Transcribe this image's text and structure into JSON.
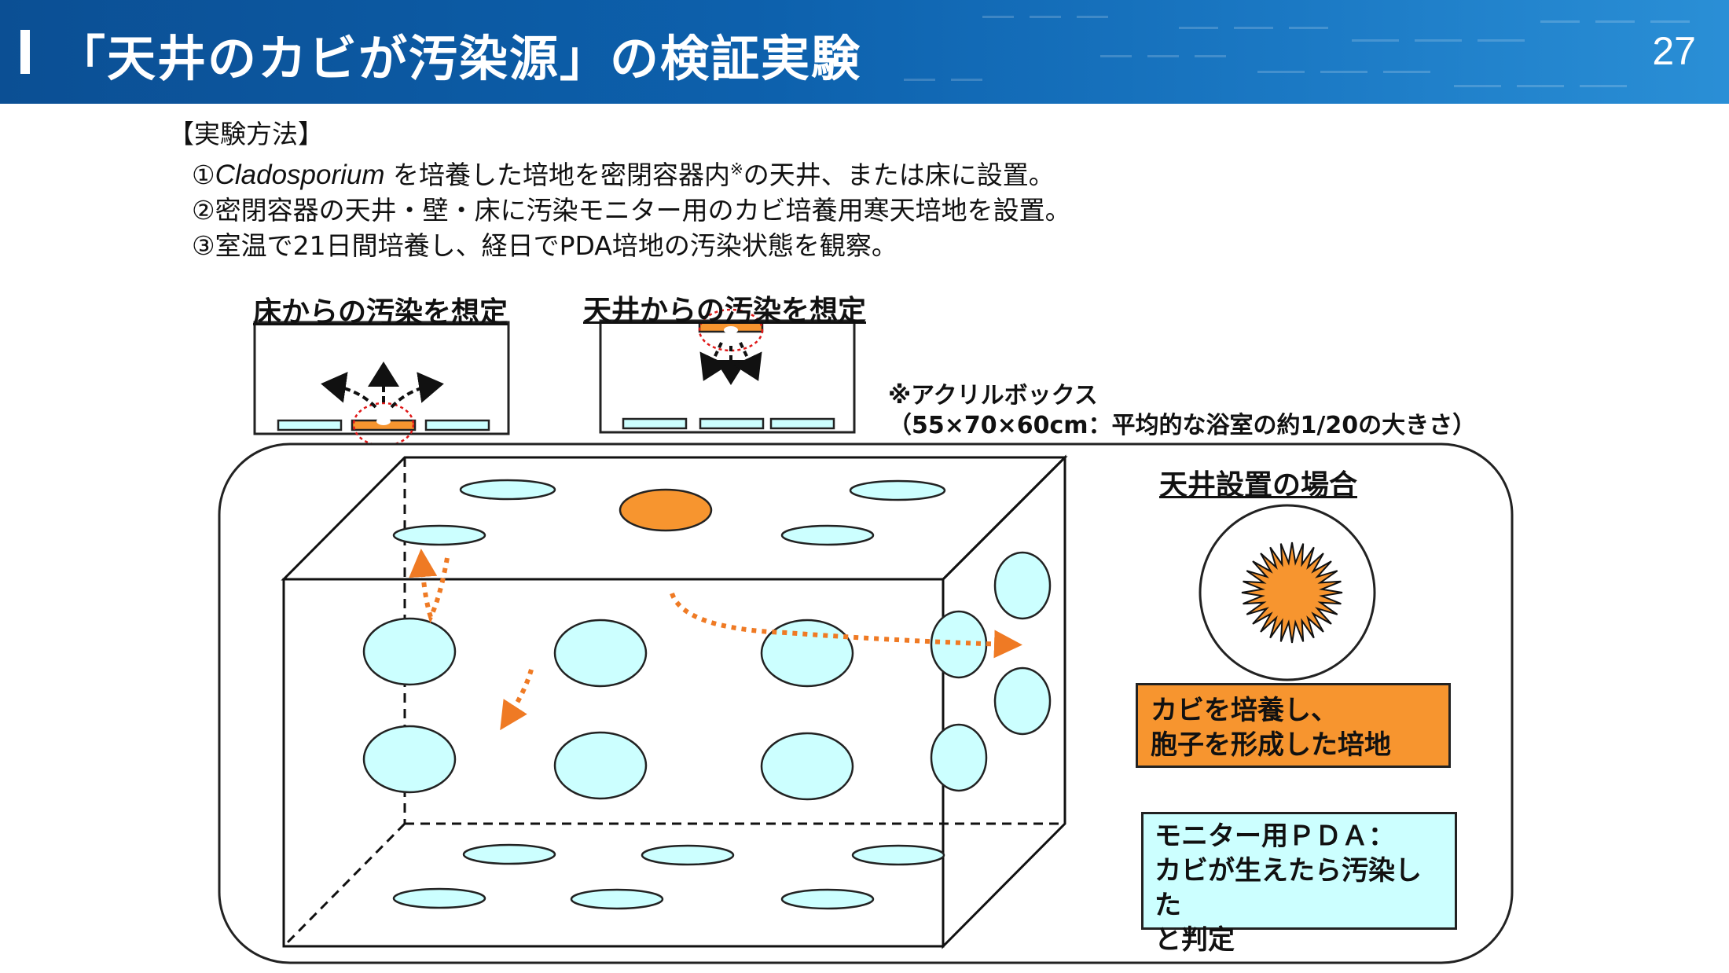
{
  "header": {
    "title": "「天井のカビが汚染源」の検証実験",
    "page_number": "27"
  },
  "method": {
    "heading": "【実験方法】",
    "step1_prefix": "①",
    "step1_species": "Cladosporium",
    "step1_text_a": " を培養した培地を密閉容器内",
    "step1_mark": "※",
    "step1_text_b": "の天井、または床に設置。",
    "step2": "②密閉容器の天井・壁・床に汚染モニター用のカビ培養用寒天培地を設置。",
    "step3": "③室温で21日間培養し、経日でPDA培地の汚染状態を観察。"
  },
  "scenarios": {
    "floor_title": "床からの汚染を想定",
    "ceiling_title": "天井からの汚染を想定"
  },
  "note": {
    "line1": "※アクリルボックス",
    "line2": "（55×70×60cm：平均的な浴室の約1/20の大きさ）"
  },
  "legend": {
    "title": "天井設置の場合",
    "culture_label_line1": "カビを培養し、",
    "culture_label_line2": "胞子を形成した培地",
    "monitor_label_line1": "モニター用ＰＤＡ：",
    "monitor_label_line2": "カビが生えたら汚染した",
    "monitor_label_line3": "と判定"
  },
  "colors": {
    "header_blue": "#0d61ad",
    "culture_orange": "#f7952f",
    "monitor_cyan": "#ccffff",
    "arrow_orange": "#ef7a24",
    "dish_outline": "#222222"
  }
}
